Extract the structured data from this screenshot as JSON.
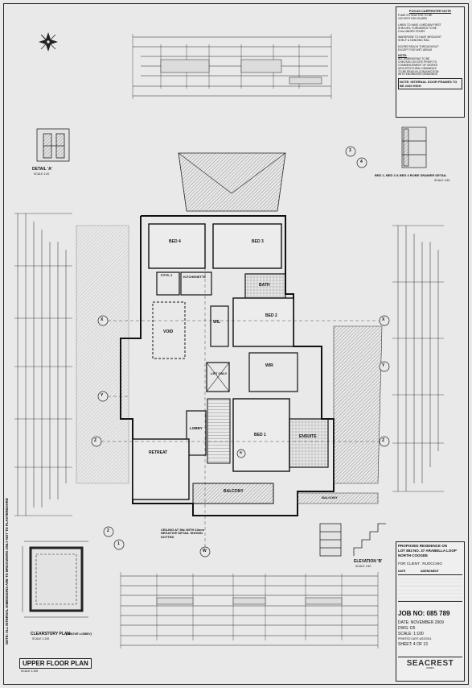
{
  "notes": {
    "heading": "FOCUS CARPENTER NOTE",
    "lines": [
      "FUME EXTRACTOR TO BE",
      "100 WITH FAN GUARD",
      "",
      "LINEN TO HAVE 4 MEDIUM FIRST",
      "SHELVES, FURNISHED TO BE",
      "0.6m UNDER STAIRS",
      "",
      "WARDROBE TO HAVE WROUGHT",
      "SHELF & HANGING RAIL",
      "",
      "DOORS REACH THROUGHOUT",
      "EXCEPT FOR WET AREAS"
    ],
    "note_heading": "NOTE:",
    "note_lines": [
      "ALL DIMENSIONS TO BE",
      "CHECKED ON SITE PRIOR TO",
      "COMMENCEMENT OF WORKS",
      "",
      "ARCHITECTURAL DRAWINGS",
      "TO BE READ IN CONJUNCTION",
      "WITH ENGINEERS DRAWINGS"
    ],
    "frame_note": "NOTE: INTERNAL DOOR FRAMES TO BE 2340 HIGH"
  },
  "details": {
    "detail_a_label": "DETAIL 'A'",
    "detail_a_scale": "SCALE 1:20",
    "robe_detail_label": "BED 2, BED 3 & BED 4 ROBE DRAWER DETAIL",
    "robe_detail_scale": "SCALE 1:50",
    "elevation_b_label": "ELEVATION 'B'",
    "elevation_b_scale": "SCALE 1:50",
    "clearstory_label": "CLEARSTORY PLAN",
    "clearstory_sub": "(ABOVE LOBBY)",
    "clearstory_scale": "SCALE 1:100",
    "ceiling_note": "CEILING AT 98c WITH 10mm NEGATIVE DETAIL SHOWN DOTTED"
  },
  "rooms": {
    "bed4": "BED 4",
    "bed3": "BED 3",
    "bed2": "BED 2",
    "bed1": "BED 1",
    "bath": "BATH",
    "kitchenette": "KITCHENETTE",
    "fp2": "F'P'R. 2",
    "wil": "WIL",
    "wir": "WIR",
    "void": "VOID",
    "lift": "LIFT ONLY",
    "lobby": "LOBBY",
    "retreat": "RETREAT",
    "ensuite": "ENSUITE",
    "balcony": "BALCONY",
    "balcony2": "BALCONY"
  },
  "grid_markers": [
    "X",
    "Y",
    "Z",
    "W",
    "1",
    "2",
    "3",
    "4",
    "B"
  ],
  "upper_floor": {
    "label": "UPPER FLOOR PLAN",
    "scale": "SCALE 1:100"
  },
  "side_note": "NOTE: ALL INTERNAL DIMENSIONS ARE TO BRICKWORK ONLY NOT TO PLASTERBOARD",
  "title_block": {
    "project_lines": [
      "PROPOSED RESIDENCE ON",
      "LOT 853 NO. 37 ARABELLA LOOP",
      "NORTH COOGEE"
    ],
    "client": "FOR CLIENT : RUOCCHIO",
    "job_no": "JOB NO: 085 789",
    "date": "DATE: NOVEMBER 2009",
    "dwg": "DWG: D5",
    "scale": "SCALE: 1:100",
    "printed": "PRINTED DATE 4/02/2011",
    "sheet": "SHEET: 4 OF 13",
    "company": "SEACREST",
    "company_sub": "HOMES",
    "amendments_heading": "AMENDMENT",
    "date_heading": "DATE"
  },
  "colors": {
    "line": "#1a1a1a",
    "hatch": "#555555",
    "paper": "#e9e9e9"
  }
}
